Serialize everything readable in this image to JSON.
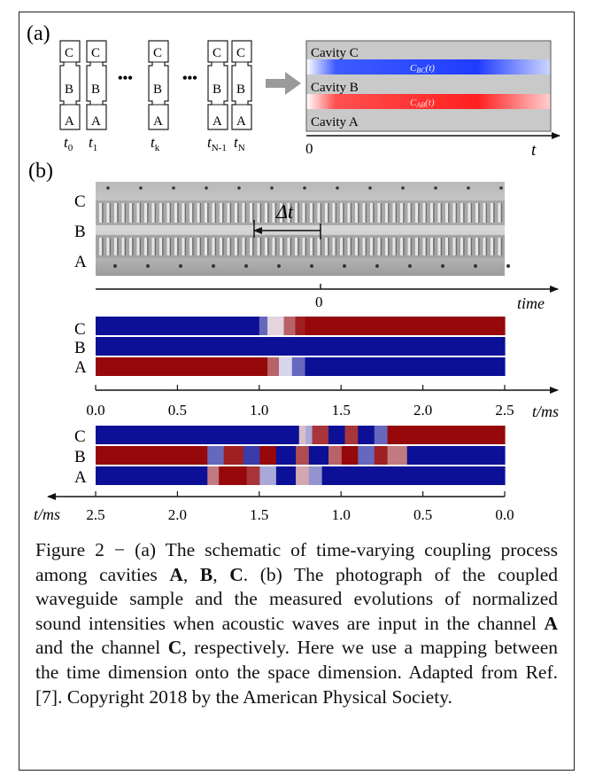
{
  "panel_a": {
    "label": "(a)",
    "cavity_letters": [
      "C",
      "B",
      "A"
    ],
    "ellipsis": "•••",
    "time_labels": [
      {
        "base": "t",
        "sub": "0"
      },
      {
        "base": "t",
        "sub": "1"
      },
      {
        "base": "t",
        "sub": "k"
      },
      {
        "base": "t",
        "sub": "N-1"
      },
      {
        "base": "t",
        "sub": "N"
      }
    ],
    "cavities": [
      "Cavity C",
      "Cavity B",
      "Cavity A"
    ],
    "coupling_bc": {
      "base": "C",
      "sub": "BC",
      "tail": "(t)"
    },
    "coupling_ab": {
      "base": "C",
      "sub": "AB",
      "tail": "(t)"
    },
    "axis_zero": "0",
    "axis_t": "t",
    "colors": {
      "bc": "#1f3cff",
      "ab": "#ff2020",
      "band": "#c9c9c9"
    }
  },
  "panel_b": {
    "label": "(b)",
    "channel_letters": [
      "C",
      "B",
      "A"
    ],
    "delta_t": "Δt",
    "photo_axis_zero": "0",
    "photo_axis_label": "time",
    "chart_data": [
      {
        "type": "heatmap",
        "rows": [
          "C",
          "B",
          "A"
        ],
        "x_ticks": [
          "0.0",
          "0.5",
          "1.0",
          "1.5",
          "2.0",
          "2.5"
        ],
        "xlabel": "t/ms",
        "xlim": [
          0,
          2.5
        ],
        "direction": "left-to-right",
        "segments": {
          "C": [
            [
              0,
              1.0,
              -1
            ],
            [
              1.0,
              1.05,
              -0.6
            ],
            [
              1.05,
              1.15,
              0.1
            ],
            [
              1.15,
              1.22,
              0.6
            ],
            [
              1.22,
              1.28,
              0.9
            ],
            [
              1.28,
              2.5,
              1
            ]
          ],
          "B": [
            [
              0,
              2.5,
              -1
            ]
          ],
          "A": [
            [
              0,
              1.05,
              1
            ],
            [
              1.05,
              1.12,
              0.6
            ],
            [
              1.12,
              1.2,
              -0.1
            ],
            [
              1.2,
              1.28,
              -0.6
            ],
            [
              1.28,
              2.5,
              -1
            ]
          ]
        }
      },
      {
        "type": "heatmap",
        "rows": [
          "C",
          "B",
          "A"
        ],
        "x_ticks": [
          "2.5",
          "2.0",
          "1.5",
          "1.0",
          "0.5",
          "0.0"
        ],
        "xlabel": "t/ms",
        "xlim": [
          2.5,
          0
        ],
        "direction": "right-to-left",
        "segments": {
          "C": [
            [
              0,
              0.72,
              1
            ],
            [
              0.72,
              0.8,
              -0.6
            ],
            [
              0.8,
              0.9,
              -1
            ],
            [
              0.9,
              0.98,
              0.8
            ],
            [
              0.98,
              1.08,
              -1
            ],
            [
              1.08,
              1.18,
              0.8
            ],
            [
              1.18,
              1.22,
              -0.3
            ],
            [
              1.22,
              1.26,
              0.2
            ],
            [
              1.26,
              2.5,
              -1
            ]
          ],
          "B": [
            [
              0,
              0.6,
              -1
            ],
            [
              0.6,
              0.72,
              0.5
            ],
            [
              0.72,
              0.8,
              0.9
            ],
            [
              0.8,
              0.9,
              -0.6
            ],
            [
              0.9,
              1.0,
              1
            ],
            [
              1.0,
              1.08,
              0.6
            ],
            [
              1.08,
              1.2,
              -1
            ],
            [
              1.2,
              1.28,
              0.7
            ],
            [
              1.28,
              1.4,
              -1
            ],
            [
              1.4,
              1.5,
              1
            ],
            [
              1.5,
              1.6,
              -0.8
            ],
            [
              1.6,
              1.72,
              0.9
            ],
            [
              1.72,
              1.82,
              -0.6
            ],
            [
              1.82,
              2.5,
              1
            ]
          ],
          "A": [
            [
              0,
              1.12,
              -1
            ],
            [
              1.12,
              1.2,
              -0.4
            ],
            [
              1.2,
              1.28,
              0.3
            ],
            [
              1.28,
              1.4,
              -1
            ],
            [
              1.4,
              1.5,
              -0.3
            ],
            [
              1.5,
              1.58,
              0.8
            ],
            [
              1.58,
              1.75,
              1
            ],
            [
              1.75,
              1.82,
              0.5
            ],
            [
              1.82,
              2.5,
              -1
            ]
          ]
        }
      }
    ]
  },
  "caption": {
    "parts": [
      {
        "t": "Figure 2 − (a) The schematic of time-varying coupling process among cavities "
      },
      {
        "t": "A",
        "b": true
      },
      {
        "t": ", "
      },
      {
        "t": "B",
        "b": true
      },
      {
        "t": ", "
      },
      {
        "t": "C",
        "b": true
      },
      {
        "t": ". (b) The photograph of the coupled waveguide sample and the measured evolutions of normalized sound intensities when acoustic waves are input in the channel "
      },
      {
        "t": "A",
        "b": true
      },
      {
        "t": " and the channel "
      },
      {
        "t": "C",
        "b": true
      },
      {
        "t": ", respectively. Here we use a mapping between the time dimension onto the space dimension. Adapted from Ref. [7]. Copyright 2018 by the American Physical Society."
      }
    ]
  }
}
